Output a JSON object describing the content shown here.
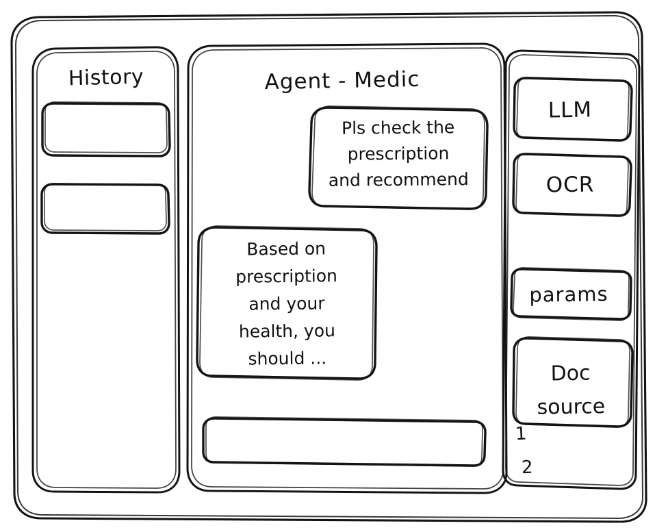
{
  "window": {
    "frame_name": "app-window"
  },
  "sidebar_left": {
    "title": "History",
    "items": [
      {
        "label": "",
        "name": "history-item-1"
      },
      {
        "label": "",
        "name": "history-item-2"
      }
    ]
  },
  "main": {
    "title": "Agent - Medic",
    "messages": [
      {
        "role": "user",
        "text": "Pls check the\nprescription\nand recommend"
      },
      {
        "role": "agent",
        "text": "Based on\nprescription\nand your\nhealth, you\nshould ..."
      }
    ],
    "composer": {
      "value": "",
      "placeholder": ""
    }
  },
  "sidebar_right": {
    "tools": [
      {
        "label": "LLM",
        "name": "tool-llm"
      },
      {
        "label": "OCR",
        "name": "tool-ocr"
      }
    ],
    "params_label": "params",
    "doc_source": {
      "label": "Doc\nsource",
      "items": [
        "1",
        "2"
      ]
    }
  },
  "style": {
    "stroke": "#141414",
    "background": "#ffffff"
  }
}
